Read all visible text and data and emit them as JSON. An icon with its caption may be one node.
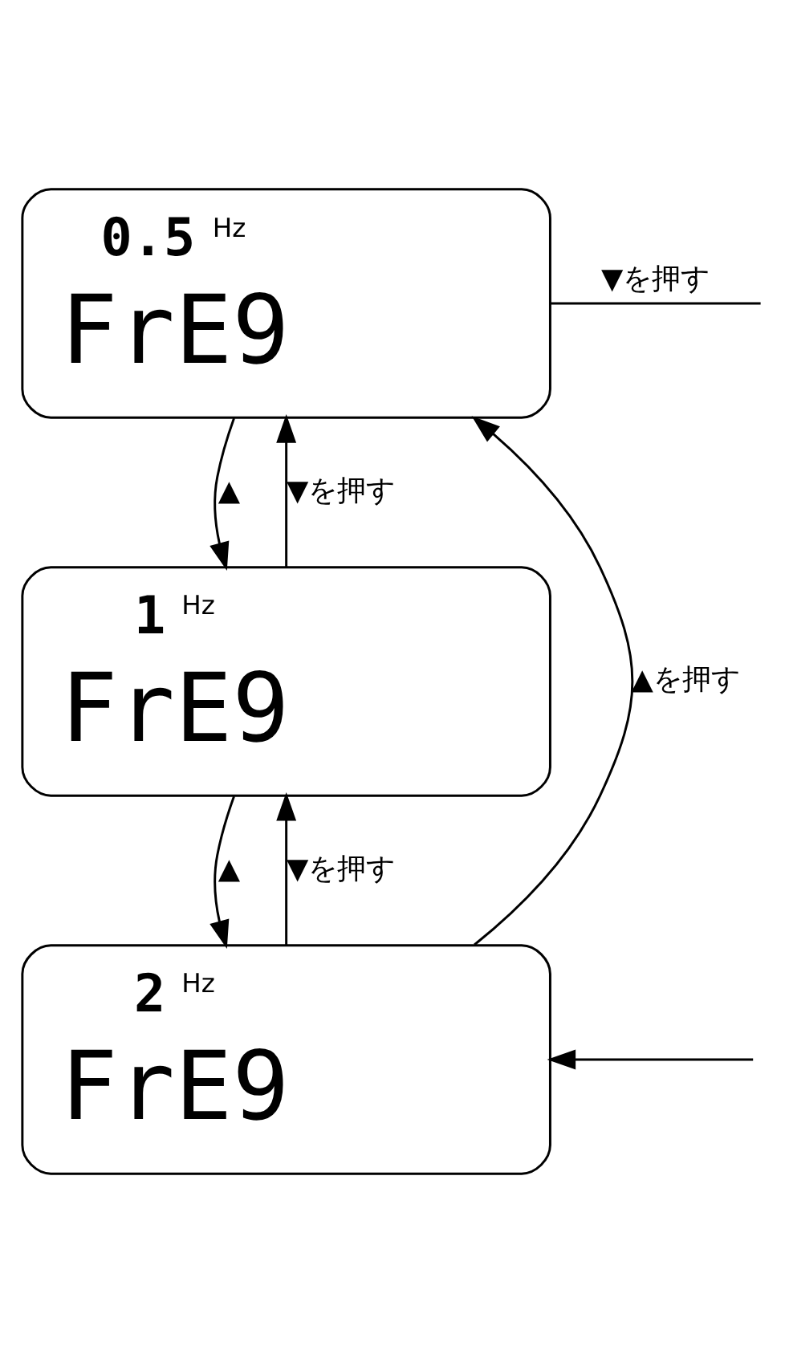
{
  "diagram": {
    "nodes": [
      {
        "text": [
          "0.5",
          "Hz",
          "FrE9"
        ]
      },
      {
        "text": [
          "1",
          "Hz",
          "FrE9"
        ]
      },
      {
        "text": [
          "2",
          "Hz",
          "FrE9"
        ]
      }
    ],
    "edges": [
      {
        "from": 0,
        "to": 1,
        "arrow": "to",
        "label": "▲"
      },
      {
        "from": 1,
        "to": 0,
        "arrow": "to",
        "label": "▼を押す"
      },
      {
        "from": 1,
        "to": 2,
        "arrow": "to",
        "label": "▲"
      },
      {
        "from": 2,
        "to": 1,
        "arrow": "to",
        "label": "▼を押す"
      },
      {
        "from": 2,
        "to": 0,
        "arrow": "to",
        "label": "▲を押す"
      },
      {
        "from": 0,
        "to": null,
        "arrow": "none",
        "label": "▼を押す"
      },
      {
        "from": null,
        "to": 2,
        "arrow": "to"
      }
    ]
  }
}
